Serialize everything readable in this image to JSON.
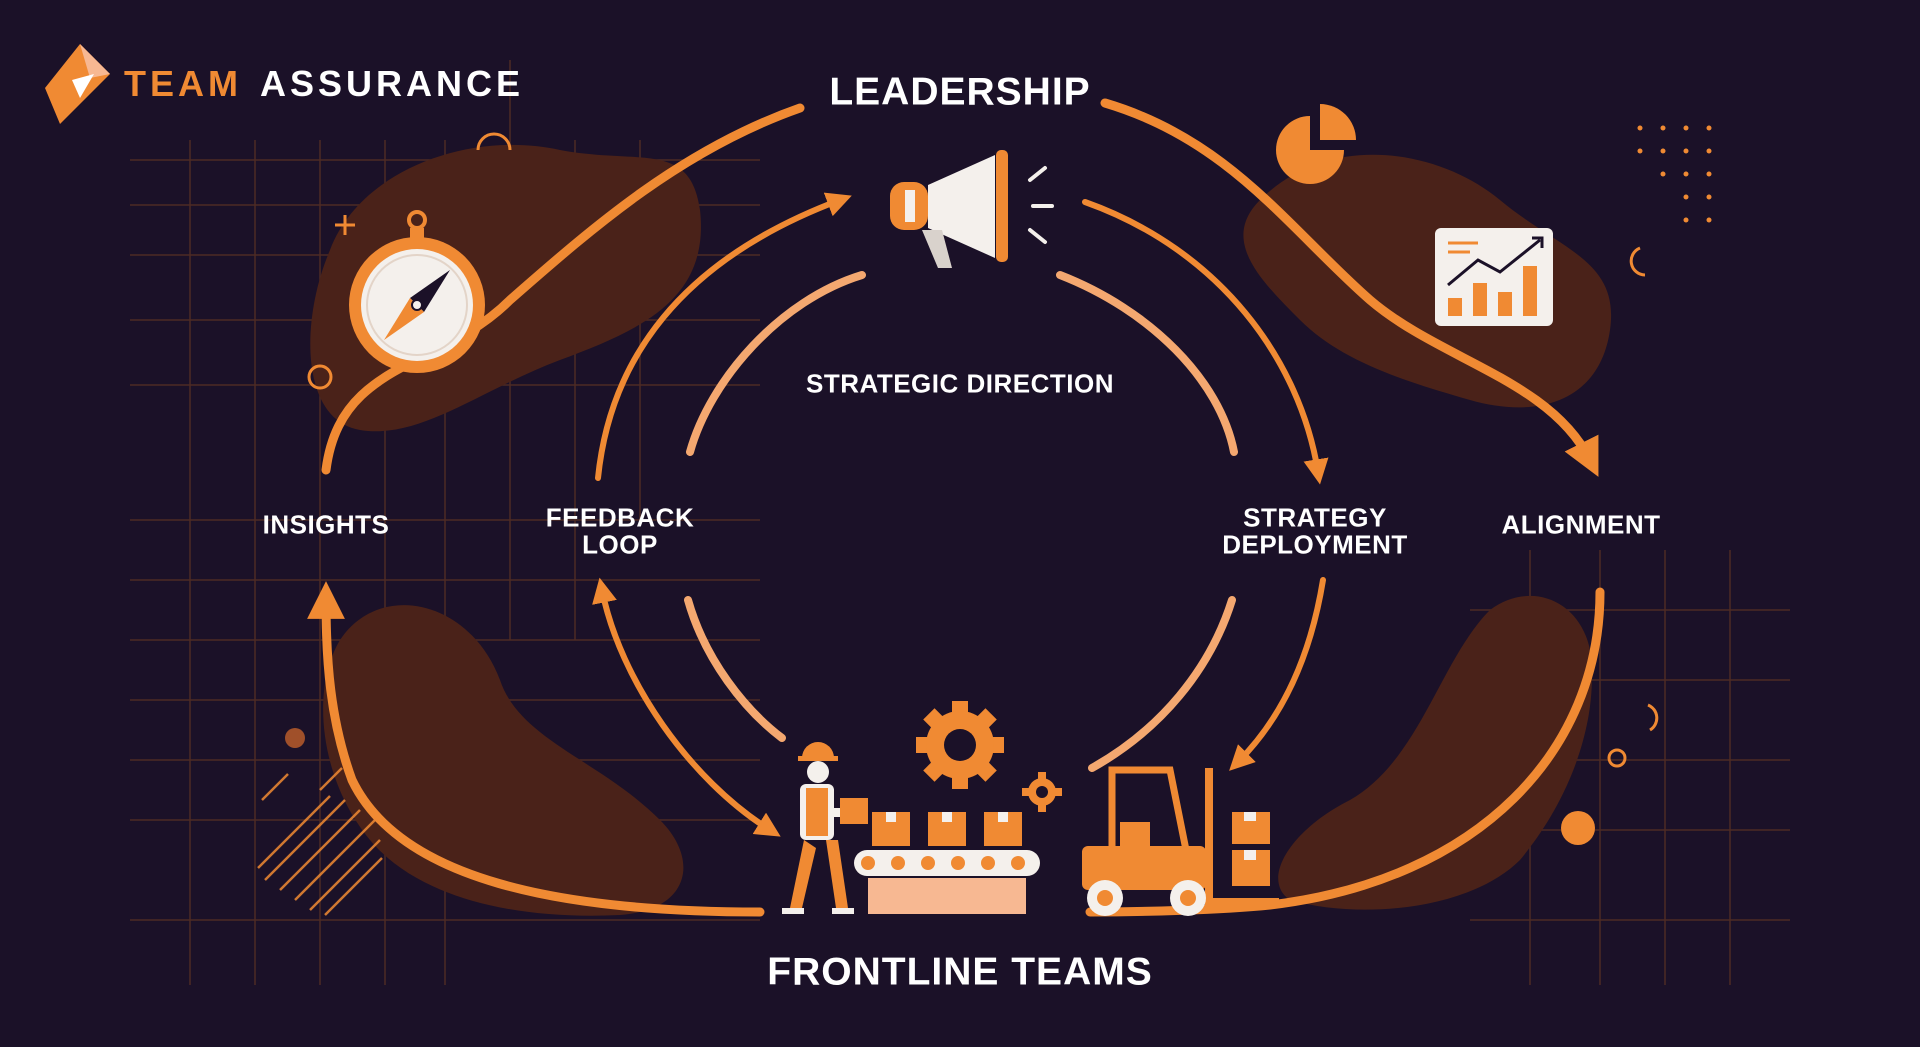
{
  "brand": {
    "word1": "TEAM",
    "word2": "ASSURANCE",
    "logo_icon": "diamond-logo-icon"
  },
  "labels": {
    "leadership": "LEADERSHIP",
    "frontline": "FRONTLINE TEAMS",
    "strategic_direction": "STRATEGIC DIRECTION",
    "insights": "INSIGHTS",
    "feedback_loop_l1": "FEEDBACK",
    "feedback_loop_l2": "LOOP",
    "strategy_deployment_l1": "STRATEGY",
    "strategy_deployment_l2": "DEPLOYMENT",
    "alignment": "ALIGNMENT"
  },
  "icons": [
    "megaphone-icon",
    "compass-icon",
    "pie-chart-icon",
    "bar-chart-icon",
    "gear-icon",
    "worker-icon",
    "conveyor-belt-icon",
    "forklift-icon"
  ],
  "colors": {
    "background": "#1b1128",
    "accent": "#f08a33",
    "blob": "#4a2219",
    "grid": "#5a3224",
    "text": "#ffffff"
  }
}
